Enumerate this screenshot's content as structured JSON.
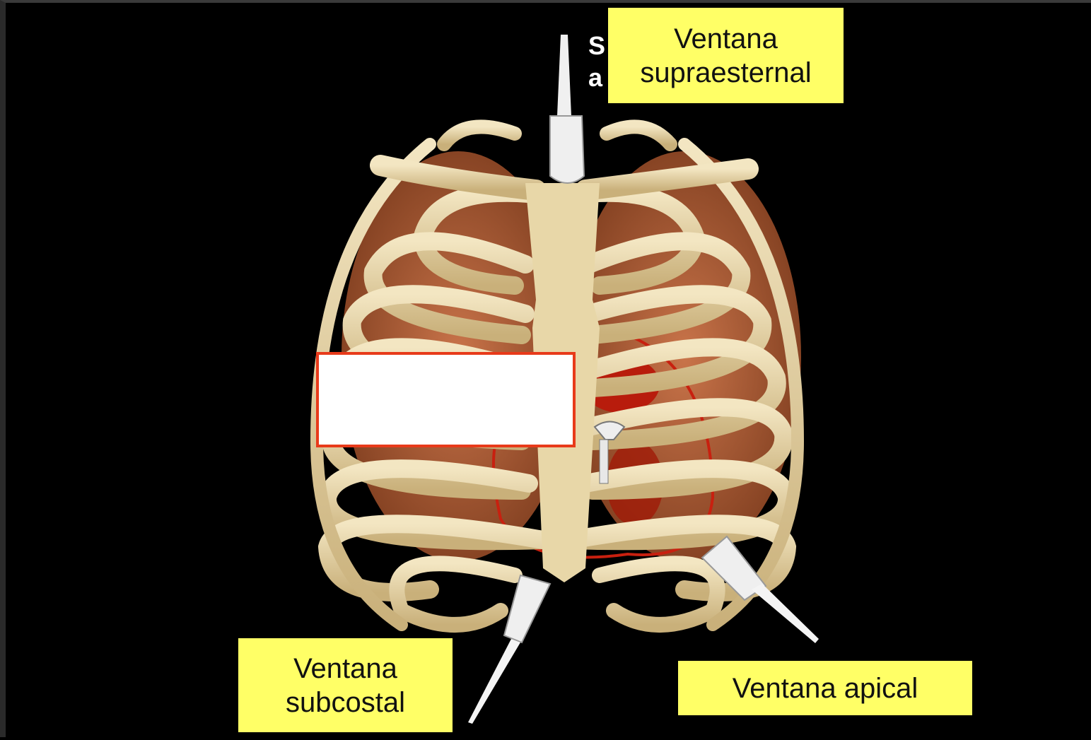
{
  "labels": {
    "suprasternal": "Ventana\nsupraesternal",
    "subcostal": "Ventana\nsubcostal",
    "apical": "Ventana apical"
  },
  "fragments": {
    "hidden_line1": "S",
    "hidden_line2": "a"
  },
  "colors": {
    "background": "#000000",
    "label_fill": "#ffff66",
    "blank_box_border": "#e83a1a",
    "bone": "#e8d7a8",
    "lung": "#b5623a",
    "heart": "#c8200f",
    "transducer": "#efefef"
  }
}
